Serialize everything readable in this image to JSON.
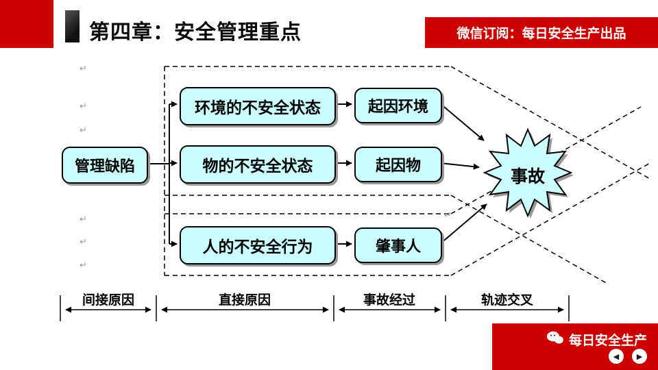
{
  "header": {
    "title": "第四章：安全管理重点",
    "subscription": "微信订阅：每日安全生产出品"
  },
  "diagram": {
    "nodes": {
      "management": "管理缺陷",
      "env_state": "环境的不安全状态",
      "thing_state": "物的不安全状态",
      "human_behavior": "人的不安全行为",
      "cause_env": "起因环境",
      "cause_thing": "起因物",
      "perpetrator": "肇事人",
      "accident": "事故"
    },
    "axis": {
      "segments": [
        "间接原因",
        "直接原因",
        "事故经过",
        "轨迹交叉"
      ]
    }
  },
  "artifacts": {
    "pilcrow": "↵"
  },
  "footer": {
    "brand": "每日安全生产",
    "icons": {
      "back": "◀",
      "forward": "▶"
    }
  },
  "colors": {
    "red": "#cc0000",
    "node_fill": "#ccffff",
    "node_border": "#000000",
    "shadow": "#999999"
  }
}
